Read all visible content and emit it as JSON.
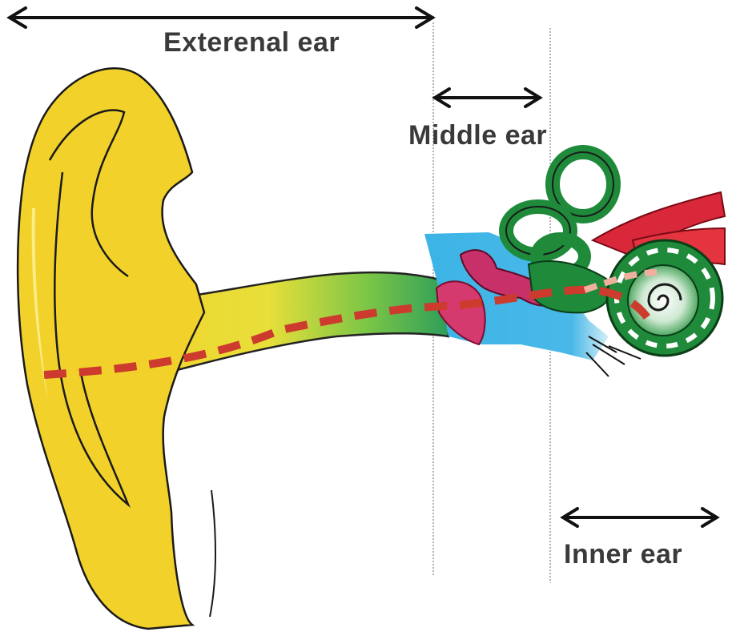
{
  "labels": {
    "external": "Exterenal ear",
    "middle": "Middle ear",
    "inner": "Inner ear"
  },
  "colors": {
    "pinna": "#f2d22a",
    "canal_green": "#3fae4a",
    "middle_blue": "#3cb4e6",
    "ossicles": "#c8306a",
    "cochlea": "#1e8a3a",
    "nerve": "#d8283a",
    "sound_path": "#cc3b2e",
    "divider": "#9a9a9a",
    "arrow": "#111111"
  }
}
